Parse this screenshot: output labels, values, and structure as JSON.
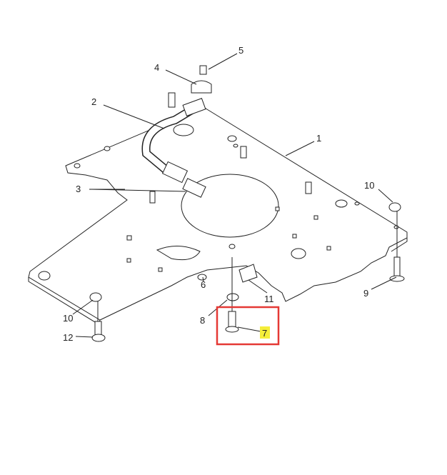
{
  "callouts": [
    {
      "id": "1",
      "text": "1"
    },
    {
      "id": "2",
      "text": "2"
    },
    {
      "id": "3",
      "text": "3"
    },
    {
      "id": "4",
      "text": "4"
    },
    {
      "id": "5",
      "text": "5"
    },
    {
      "id": "6",
      "text": "6"
    },
    {
      "id": "7",
      "text": "7"
    },
    {
      "id": "8",
      "text": "8"
    },
    {
      "id": "9",
      "text": "9"
    },
    {
      "id": "10a",
      "text": "10"
    },
    {
      "id": "10b",
      "text": "10"
    },
    {
      "id": "11",
      "text": "11"
    },
    {
      "id": "12",
      "text": "12"
    }
  ],
  "highlight": {
    "callout": "7",
    "box_color": "#e53935",
    "label_bg": "#f5ee3a"
  }
}
